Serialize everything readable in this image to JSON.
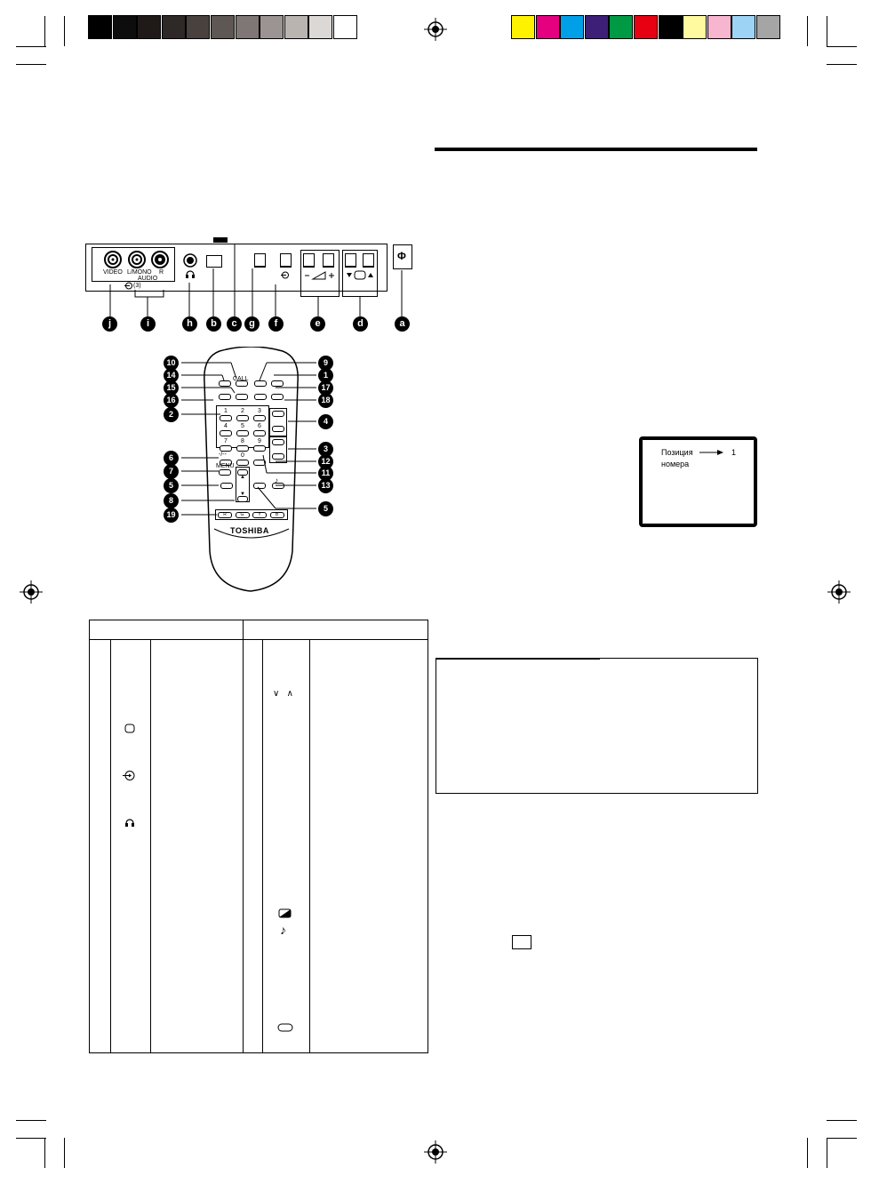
{
  "color_bar": {
    "gray_swatches": [
      "#000000",
      "#0d0d0d",
      "#1f1a18",
      "#2e2926",
      "#48413d",
      "#5e5753",
      "#7f7775",
      "#9c9492",
      "#bab4b1",
      "#dcd8d6",
      "#ffffff"
    ],
    "color_swatches": [
      "#fff200",
      "#e4007f",
      "#00a0e9",
      "#3d1f78",
      "#009944",
      "#e60012",
      "#000000",
      "#fffaa0",
      "#f7b5cf",
      "#9dd4f5",
      "#a5a5a5"
    ]
  },
  "panel": {
    "labels": {
      "video": "VIDEO",
      "lmono": "L/MONO",
      "r": "R",
      "audio": "AUDIO",
      "input_number": "(3)",
      "power_symbol": "Φ"
    },
    "callouts": [
      "j",
      "i",
      "h",
      "b",
      "c",
      "g",
      "f",
      "e",
      "d",
      "a"
    ]
  },
  "remote": {
    "brand": "TOSHIBA",
    "buttons": {
      "calltext": "CALL",
      "menu": "MENU",
      "numbers": [
        "1",
        "2",
        "3",
        "4",
        "5",
        "6",
        "7",
        "8",
        "9",
        "0"
      ],
      "dash": "-/--",
      "color_keys": [
        "R",
        "G",
        "Y",
        "B"
      ],
      "up": "▲",
      "down": "▼"
    },
    "left_callouts": [
      "10",
      "14",
      "15",
      "16",
      "2",
      "6",
      "7",
      "5",
      "8",
      "19"
    ],
    "right_callouts": [
      "9",
      "1",
      "17",
      "18",
      "4",
      "3",
      "12",
      "11",
      "13",
      "5"
    ]
  },
  "osd": {
    "line1": "Позиция",
    "value": "1",
    "line2": "номера"
  },
  "table": {
    "symbols": {
      "chevrons": "∨   ∧",
      "note": "♪"
    }
  }
}
